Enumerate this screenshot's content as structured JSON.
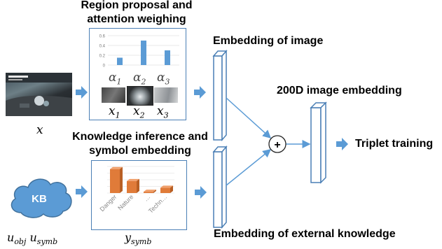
{
  "region_block": {
    "title_line1": "Region proposal and",
    "title_line2": "attention weighing",
    "chart": {
      "y_ticks": [
        "0.6",
        "0.4",
        "0.2",
        "0"
      ],
      "alpha_labels": [
        "α",
        "α",
        "α"
      ],
      "alpha_subs": [
        "1",
        "2",
        "3"
      ],
      "x_labels": [
        "x",
        "x",
        "x"
      ],
      "x_subs": [
        "1",
        "2",
        "3"
      ]
    }
  },
  "chart_data": {
    "type": "bar",
    "categories": [
      "α1",
      "α2",
      "α3"
    ],
    "values": [
      0.15,
      0.5,
      0.3
    ],
    "ylim": [
      0,
      0.6
    ],
    "yticks": [
      0,
      0.2,
      0.4,
      0.6
    ],
    "color": "#5b9bd5"
  },
  "knowledge_chart": {
    "type": "bar",
    "categories": [
      "Danger",
      "Nature",
      "…",
      "Techn…"
    ],
    "values": [
      0.9,
      0.45,
      0.05,
      0.2
    ],
    "color": "#e07b39"
  },
  "image_input_label": "x",
  "knowledge_block": {
    "title_line1": "Knowledge inference and",
    "title_line2": "symbol embedding",
    "output_label": "y",
    "output_sub": "symb"
  },
  "kb": {
    "label": "KB",
    "input_labels": {
      "u1": "u",
      "u1_sub": "obj",
      "u2": "u",
      "u2_sub": "symb"
    }
  },
  "embeddings": {
    "image": "Embedding of image",
    "knowledge": "Embedding of external knowledge",
    "combined": "200D image embedding",
    "plus": "+"
  },
  "output": {
    "triplet": "Triplet training"
  },
  "colors": {
    "accent": "#4a7fb5",
    "arrow": "#5b9bd5",
    "cloud": "#5b9bd5",
    "bar_blue": "#5b9bd5",
    "bar_orange": "#e07b39"
  }
}
